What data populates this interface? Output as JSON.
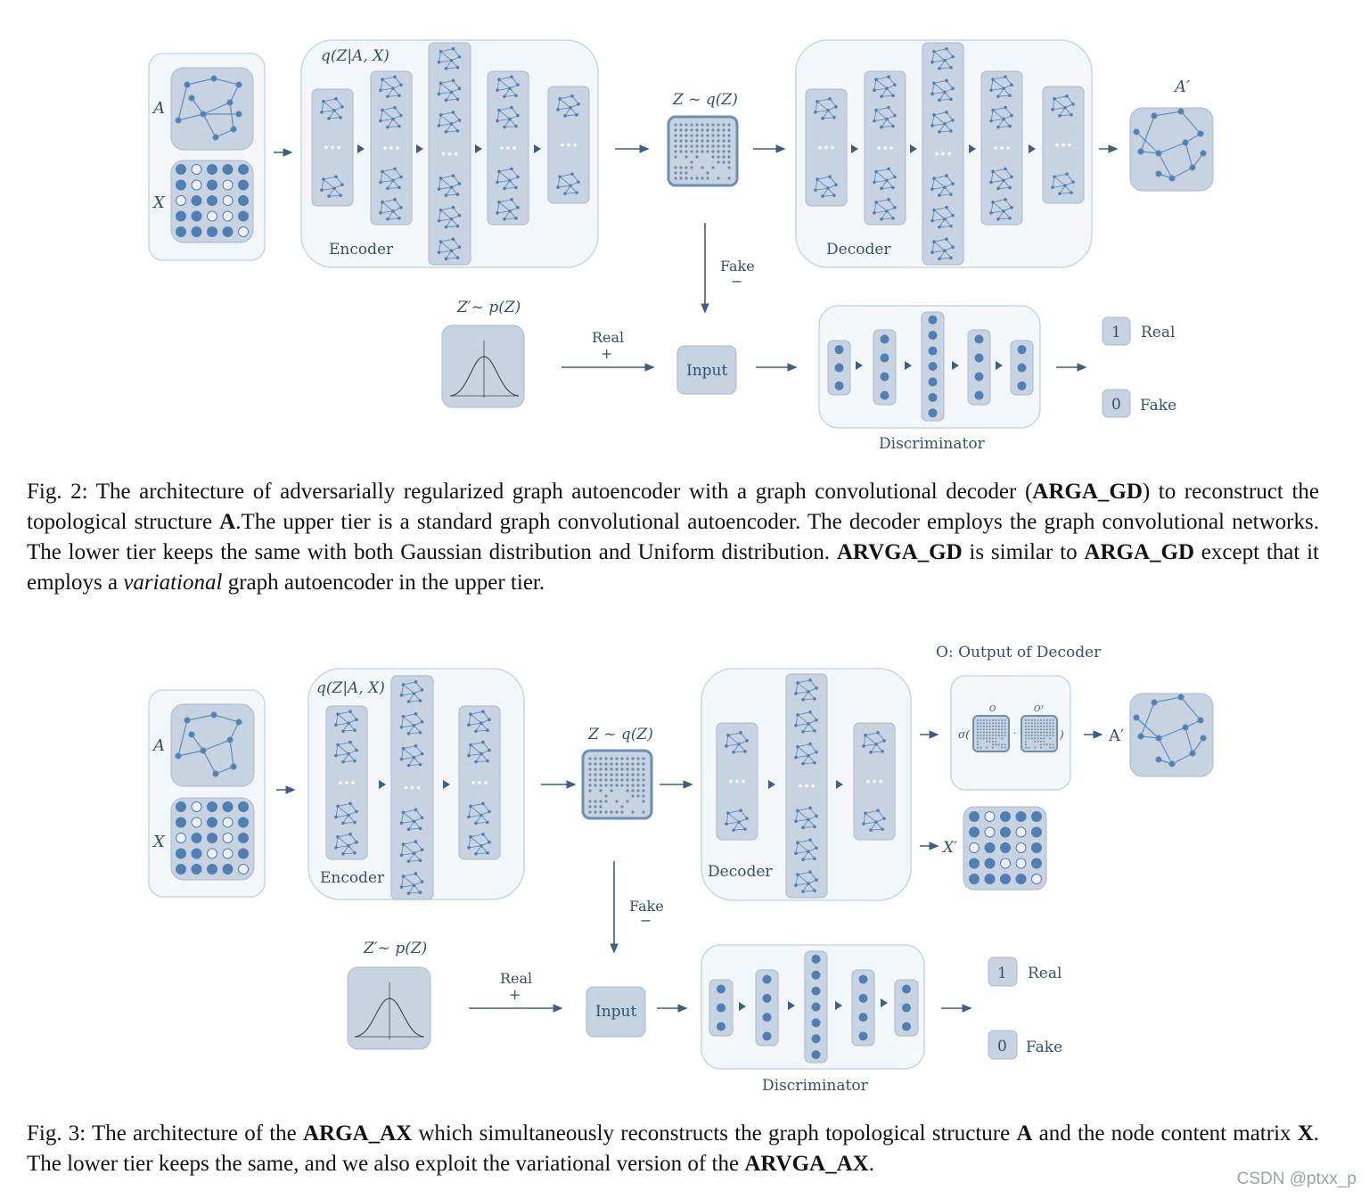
{
  "fig2": {
    "label_A": "A",
    "label_X": "X",
    "encoder_title": "q(Z|A, X)",
    "encoder_label": "Encoder",
    "latent_label": "Z ~ q(Z)",
    "decoder_label": "Decoder",
    "output_label": "A′",
    "fake_label": "Fake",
    "fake_sign": "−",
    "prior_label": "Z′~ p(Z)",
    "real_label": "Real",
    "real_sign": "+",
    "input_label": "Input",
    "discriminator_label": "Discriminator",
    "out_real_value": "1",
    "out_real_label": "Real",
    "out_fake_value": "0",
    "out_fake_label": "Fake"
  },
  "caption2": {
    "fig_no": "Fig. 2: The architecture of adversarially regularized graph autoencoder with a graph convolutional decoder (",
    "model1": "ARGA_GD",
    "part2": ") to reconstruct the topological structure ",
    "boldA": "A",
    "part3": ".The upper tier is a standard graph convolutional autoencoder. The decoder employs the graph convolutional networks. The lower tier keeps the same with both Gaussian distribution and Uniform distribution. ",
    "model2": "ARVGA_GD",
    "part4": " is similar to ",
    "model3": "ARGA_GD",
    "part5": " except that it employs a ",
    "italic": "variational",
    "part6": " graph autoencoder in the upper tier."
  },
  "fig3": {
    "label_A": "A",
    "label_X": "X",
    "encoder_title": "q(Z|A, X)",
    "encoder_label": "Encoder",
    "latent_label": "Z ~ q(Z)",
    "decoder_label": "Decoder",
    "output_of_decoder": "O: Output of Decoder",
    "sigma": "σ(",
    "sigma_close": ")",
    "o_label": "O",
    "ot_label": "Oᵀ",
    "a_prime": "A′",
    "x_prime": "X′",
    "fake_label": "Fake",
    "fake_sign": "−",
    "prior_label": "Z′~ p(Z)",
    "real_label": "Real",
    "real_sign": "+",
    "input_label": "Input",
    "discriminator_label": "Discriminator",
    "out_real_value": "1",
    "out_real_label": "Real",
    "out_fake_value": "0",
    "out_fake_label": "Fake"
  },
  "caption3": {
    "part1": "Fig. 3: The architecture of the ",
    "model1": "ARGA_AX",
    "part2": " which simultaneously reconstructs the graph topological structure ",
    "boldA": "A",
    "part3": " and the node content matrix ",
    "boldX": "X",
    "part4": ". The lower tier keeps the same, and we also exploit the variational version of the ",
    "model2": "ARVGA_AX",
    "part5": "."
  },
  "watermark": "CSDN @ptxx_p",
  "colors": {
    "panel_fill": "#f4f7fa",
    "panel_stroke": "#c9d6e3",
    "block_fill": "#c7d3e0",
    "block_stroke": "#a9bace",
    "node": "#4f7fb3",
    "edge": "#5f8ebd",
    "arrow": "#3e5f82",
    "text": "#34506e"
  }
}
